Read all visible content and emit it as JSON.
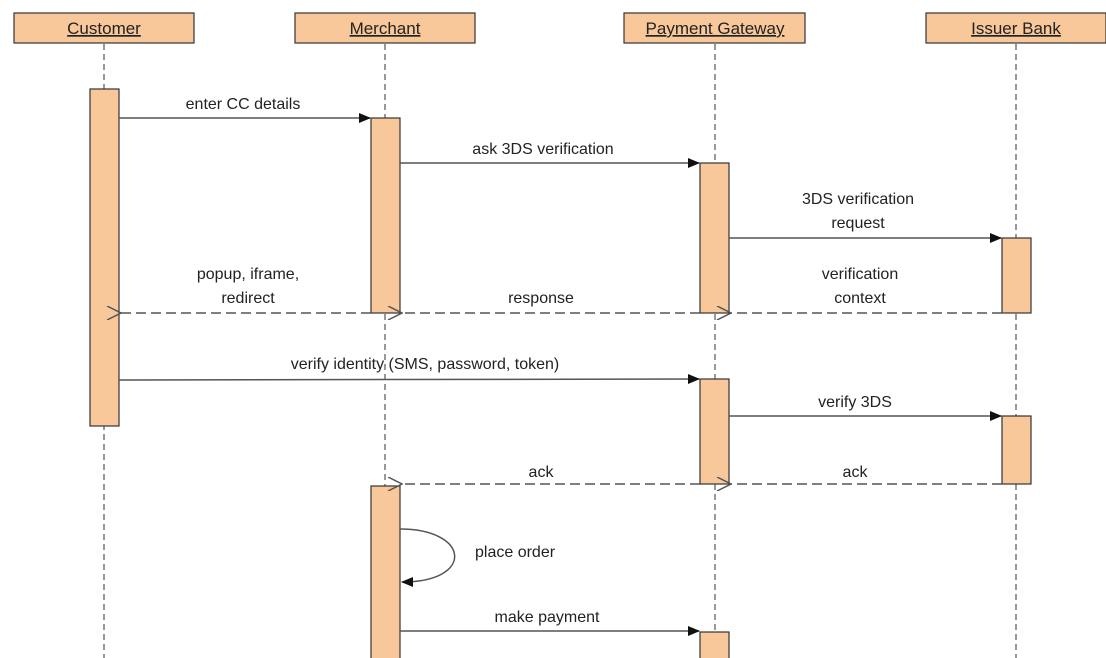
{
  "diagram": {
    "type": "sequence",
    "colors": {
      "fill": "#f8c89a",
      "stroke": "#333333",
      "line": "#555555"
    },
    "participants": [
      {
        "id": "customer",
        "label": "Customer"
      },
      {
        "id": "merchant",
        "label": "Merchant"
      },
      {
        "id": "gateway",
        "label": "Payment Gateway"
      },
      {
        "id": "issuer",
        "label": "Issuer Bank"
      }
    ],
    "messages": [
      {
        "from": "customer",
        "to": "merchant",
        "kind": "sync",
        "lines": [
          "enter CC details"
        ]
      },
      {
        "from": "merchant",
        "to": "gateway",
        "kind": "sync",
        "lines": [
          "ask 3DS verification"
        ]
      },
      {
        "from": "gateway",
        "to": "issuer",
        "kind": "sync",
        "lines": [
          "3DS verification",
          "request"
        ]
      },
      {
        "from": "issuer",
        "to": "gateway",
        "kind": "reply",
        "lines": [
          "verification",
          "context"
        ]
      },
      {
        "from": "gateway",
        "to": "merchant",
        "kind": "reply",
        "lines": [
          "response"
        ]
      },
      {
        "from": "merchant",
        "to": "customer",
        "kind": "reply",
        "lines": [
          "popup, iframe,",
          "redirect"
        ]
      },
      {
        "from": "customer",
        "to": "gateway",
        "kind": "sync",
        "lines": [
          "verify identity (SMS, password, token)"
        ]
      },
      {
        "from": "gateway",
        "to": "issuer",
        "kind": "sync",
        "lines": [
          "verify 3DS"
        ]
      },
      {
        "from": "issuer",
        "to": "gateway",
        "kind": "reply",
        "lines": [
          "ack"
        ]
      },
      {
        "from": "gateway",
        "to": "merchant",
        "kind": "reply",
        "lines": [
          "ack"
        ]
      },
      {
        "from": "merchant",
        "to": "merchant",
        "kind": "self",
        "lines": [
          "place order"
        ]
      },
      {
        "from": "merchant",
        "to": "gateway",
        "kind": "sync",
        "lines": [
          "make payment"
        ]
      }
    ]
  }
}
